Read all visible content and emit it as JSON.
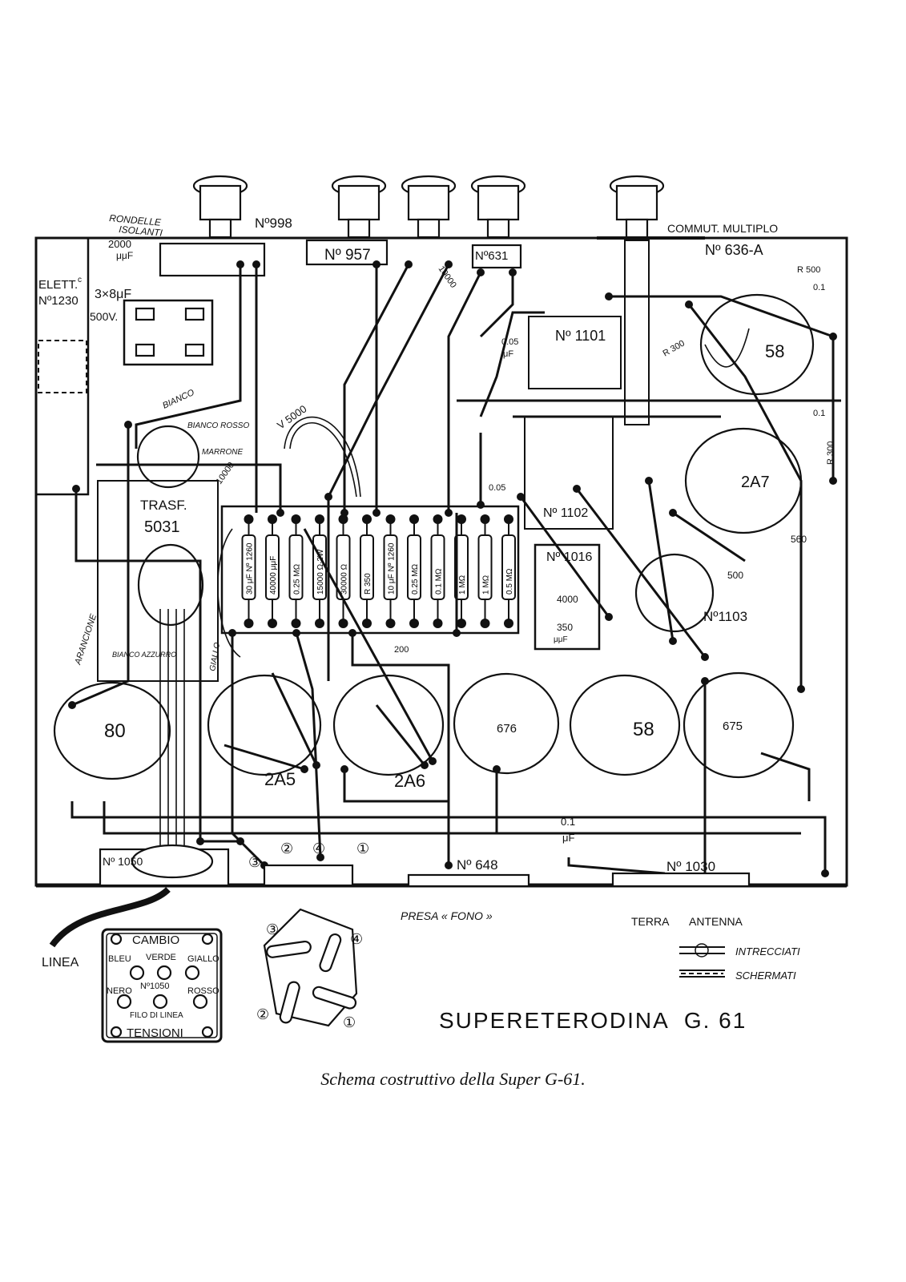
{
  "title": "SUPERETERODINA  G. 61",
  "caption": "Schema costruttivo della Super G-61.",
  "labels": {
    "rondelle": "RONDELLE",
    "isolanti": "ISOLANTI",
    "n998": "Nº998",
    "n957": "Nº 957",
    "n631": "Nº631",
    "commut": "COMMUT. MULTIPLO",
    "n636a": "Nº 636-A",
    "c2000": "2000",
    "c2000u": "μμF",
    "elett": "ELETT.",
    "elettc": "c",
    "n1230": "Nº1230",
    "cap3x8": "3×8μF",
    "v500": "500V.",
    "bianco": "BIANCO",
    "biancorosso": "BIANCO ROSSO",
    "marrone": "MARRONE",
    "v5000": "V 5000",
    "c10000a": "10000",
    "c10000b": "10000",
    "trasf": "TRASF.",
    "n5031": "5031",
    "n1101": "Nº 1101",
    "n1102": "Nº 1102",
    "n1016": "Nº 1016",
    "n1103": "Nº1103",
    "c005": "0.05",
    "c005u": "μF",
    "c001": "0.05",
    "c350": "350",
    "c4000": "4000",
    "cmmf": "μμF",
    "c500": "500",
    "c200": "200",
    "r300a": "R 300",
    "r300b": "R 300",
    "r500": "R 500",
    "c01a": "0.1",
    "c01b": "0.1",
    "c01c": "0.1",
    "uf": "μF",
    "n560": "560",
    "tube58a": "58",
    "tube2a7": "2A7",
    "tube80": "80",
    "tube2a5": "2A5",
    "tube2a6": "2A6",
    "tube58b": "58",
    "tube676": "676",
    "tube675": "675",
    "arancione": "ARANCIONE",
    "biancoazzurro": "BIANCO AZZURRO",
    "giallo": "GIALLO",
    "n1050": "Nº 1050",
    "n648": "Nº 648",
    "n1030": "Nº 1030",
    "presa": "PRESA « FONO »",
    "terra": "TERRA",
    "antenna": "ANTENNA",
    "linea": "LINEA",
    "intrecciati": "INTRECCIATI",
    "schermati": "SCHERMATI"
  },
  "resistor_strip": [
    "0.5 MΩ",
    "1 MΩ",
    "1 MΩ",
    "0.1 MΩ",
    "0.25 MΩ",
    "10 μF Nº 1260",
    "R 350",
    "30000 Ω",
    "15000 Ω·2W",
    "0.25 MΩ",
    "40000 μμF",
    "30 μF Nº 1260"
  ],
  "cambio_box": {
    "top": "CAMBIO",
    "bottom": "TENSIONI",
    "bleu": "BLEU",
    "verde": "VERDE",
    "giallo": "GIALLO",
    "nero": "NERO",
    "n1050": "Nº1050",
    "rosso": "ROSSO",
    "filo": "FILO DI LINEA"
  },
  "plug_numbers": [
    "①",
    "②",
    "③",
    "④"
  ]
}
